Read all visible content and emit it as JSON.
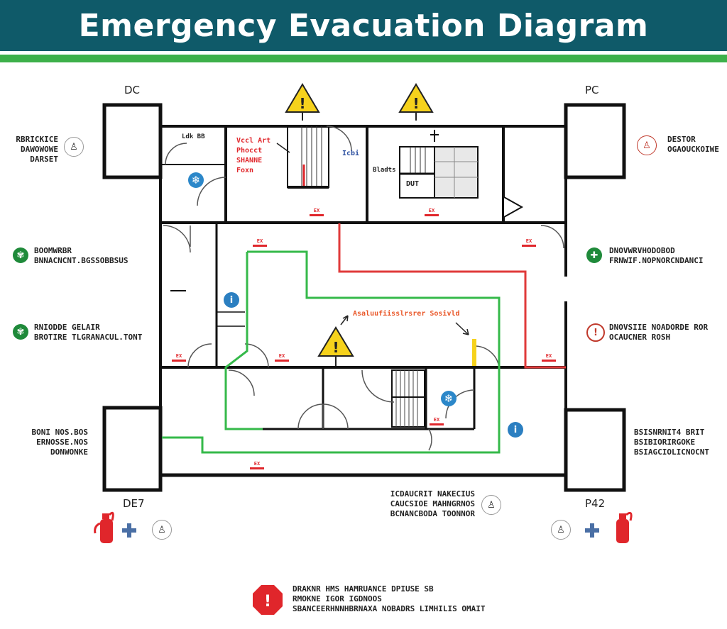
{
  "title": "Emergency Evacuation Diagram",
  "corners": {
    "top_left": "DC",
    "top_right": "PC",
    "bottom_left": "DE7",
    "bottom_right": "P42"
  },
  "left_legend": [
    {
      "lines": [
        "RBRICKICE",
        "DAWOWOWE",
        "DARSET"
      ]
    },
    {
      "lines": [
        "BOOMWRBR",
        "BNNACNCNT.BGSSOBBSUS"
      ]
    },
    {
      "lines": [
        "RNIODDE GELAIR",
        "BROTIRE TLGRANACUL.TONT"
      ]
    },
    {
      "lines": [
        "BONI NOS.BOS",
        "ERNOSSE.NOS",
        "DONWONKE"
      ]
    }
  ],
  "right_legend": [
    {
      "lines": [
        "DESTOR",
        "OGAOUCKOIWE"
      ]
    },
    {
      "lines": [
        "DNOVWRVHODOBOD",
        "FRNWIF.NOPNORCNDANCI"
      ]
    },
    {
      "lines": [
        "DNOVSIIE NOADORDE ROR",
        "OCAUCNER ROSH"
      ]
    },
    {
      "lines": [
        "BSISNRNIT4 BRIT",
        "BSIBIORIRGOKE",
        "BSIAGCIOLICNOCNT"
      ]
    }
  ],
  "room_labels": {
    "notice_red": [
      "Vccl Art",
      "Phocct",
      "SHANNE",
      "Foxn"
    ],
    "room_a": "Ldk BB",
    "stair_tag": "Icbi",
    "stair_room": "Bladts",
    "dut": "DUT",
    "assembly": "Asaluufiisslrsrer Sosivld"
  },
  "bottom_center": [
    "ICDAUCRIT NAKECIUS",
    "CAUCSIOE MAHNGRNOS",
    "BCNANCBODA TOONNOR"
  ],
  "bottom_notice": [
    "DRAKNR HMS HAMRUANCE DPIUSE SB",
    "RMOKNE IGOR IGDNOOS",
    "SBANCEERHNNHBRNAXA NOBADRS LIMHILIS OMAIT"
  ],
  "exit_tag": "EX",
  "icons": {
    "warning": "warning-triangle-icon",
    "extinguisher": "fire-extinguisher-icon",
    "first_aid": "first-aid-cross-icon",
    "person": "person-icon",
    "ac": "snowflake-icon",
    "info": "info-icon",
    "alert": "alert-octagon-icon"
  },
  "colors": {
    "header": "#0f5a69",
    "header_stripe": "#3db04a",
    "route_primary": "#35b94a",
    "route_secondary": "#e03a3a",
    "wall": "#111111",
    "sign": "#e0262b",
    "warning": "#f6d21c",
    "blue": "#2b7fc1"
  }
}
